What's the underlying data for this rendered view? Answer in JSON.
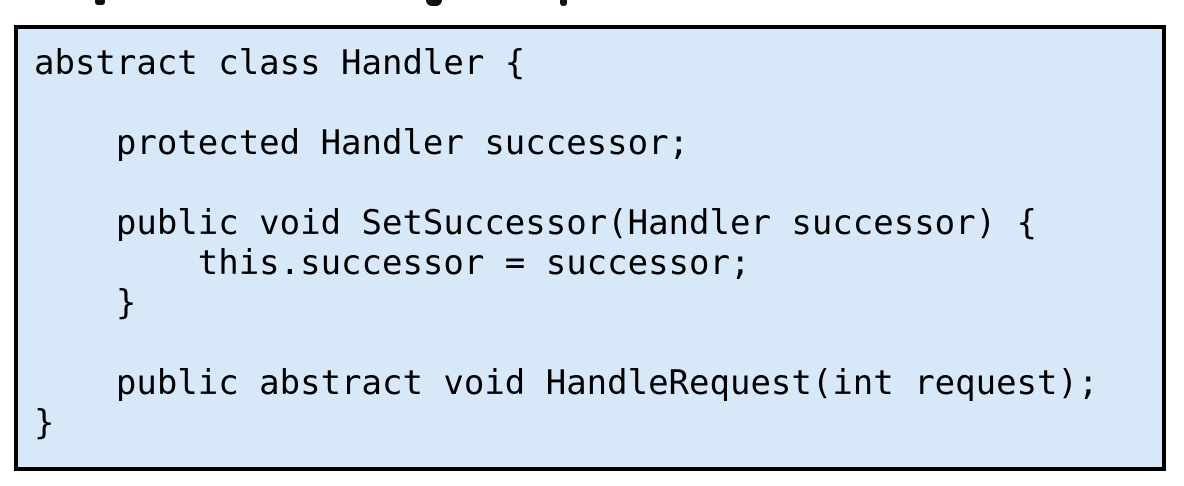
{
  "colors": {
    "page_background": "#ffffff",
    "code_box_background": "#d7e8f8",
    "code_box_border": "#000000",
    "code_text": "#000000"
  },
  "code_block": {
    "language": "csharp",
    "lines": [
      "abstract class Handler {",
      "",
      "    protected Handler successor;",
      "",
      "    public void SetSuccessor(Handler successor) {",
      "        this.successor = successor;",
      "    }",
      "",
      "    public abstract void HandleRequest(int request);",
      "}"
    ]
  }
}
